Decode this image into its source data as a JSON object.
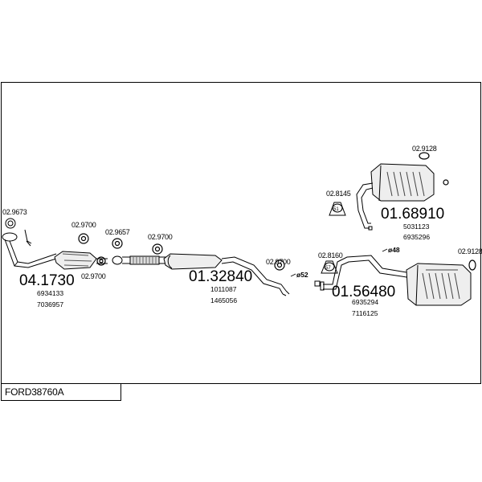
{
  "diagram": {
    "code": "FORD38760A",
    "parts": {
      "p0": "02.9673",
      "p1": "02.9700",
      "p2": "02.9657",
      "p3": "02.9700",
      "p4": "02.9700",
      "p5": "02.9700",
      "p6": "02.9128",
      "p7": "02.8145",
      "p8": "02.8160",
      "p9": "02.9128"
    },
    "main": {
      "cat": "04.1730",
      "front": "01.32840",
      "rear_top": "01.68910",
      "rear": "01.56480"
    },
    "refs": {
      "r0": "6934133",
      "r1": "7036957",
      "r2": "1011087",
      "r3": "1465056",
      "r4": "5031123",
      "r5": "6935296",
      "r6": "6935294",
      "r7": "7116125"
    },
    "dims": {
      "d0": "ø52",
      "d1": "ø48"
    },
    "clamp": {
      "c0": "51",
      "c1": "57"
    }
  }
}
